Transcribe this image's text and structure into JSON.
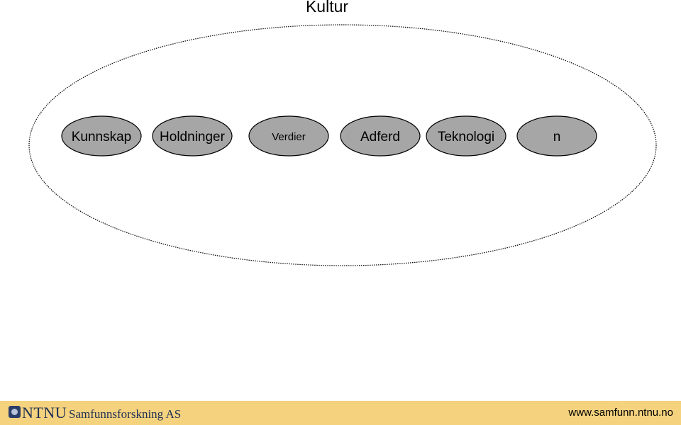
{
  "slide": {
    "title": "Kultur"
  },
  "diagram": {
    "nodes": [
      {
        "label": "Kunnskap"
      },
      {
        "label": "Holdninger"
      },
      {
        "label": "Verdier"
      },
      {
        "label": "Adferd"
      },
      {
        "label": "Teknologi"
      },
      {
        "label": "n"
      }
    ],
    "node_fill": "#a6a6a6",
    "node_stroke": "#000000"
  },
  "footer": {
    "logo_text": "NTNU",
    "company": "Samfunnsforskning AS",
    "url": "www.samfunn.ntnu.no",
    "background": "#f4d27e"
  }
}
